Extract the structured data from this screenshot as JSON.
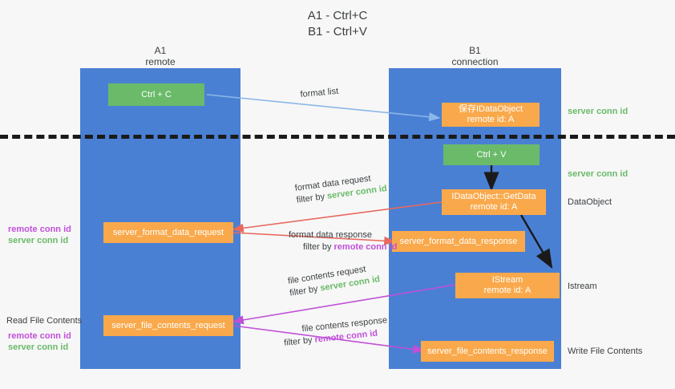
{
  "title": "A1 - Ctrl+C\nB1 - Ctrl+V",
  "columns": [
    {
      "name": "A1",
      "sub": "remote"
    },
    {
      "name": "B1",
      "sub": "connection"
    }
  ],
  "boxes": {
    "ctrl_c": "Ctrl + C",
    "ctrl_v": "Ctrl + V",
    "idataobject": "保存IDataObject\nremote id: A",
    "idataobject_getdata": "IDataObject::GetData\nremote id: A",
    "istream": "IStream\nremote id: A",
    "server_format_data_request": "server_format_data_request",
    "server_format_data_response": "server_format_data_response",
    "server_file_contents_request": "server_file_contents_request",
    "server_file_contents_response": "server_file_contents_response"
  },
  "right_labels": {
    "server_conn_id_top": "server conn id",
    "server_conn_id_mid": "server conn id",
    "dataobject": "DataObject",
    "istream": "Istream",
    "write_file_contents": "Write File Contents"
  },
  "left_labels": {
    "remote_conn_id_1": "remote conn id",
    "server_conn_id_1": "server conn id",
    "read_file_contents": "Read File Contents",
    "remote_conn_id_2": "remote conn id",
    "server_conn_id_2": "server conn id"
  },
  "arrow_labels": {
    "format_list": "format list",
    "format_data_request": "format data request",
    "format_data_filter_prefix": "filter by ",
    "format_data_filter_value": "server conn id",
    "format_data_response": "format data response",
    "format_data_resp_filter_prefix": "filter by ",
    "format_data_resp_filter_value": "remote conn id",
    "file_contents_request": "file contents request",
    "file_contents_filter_prefix": "filter by ",
    "file_contents_filter_value": "server conn id",
    "file_contents_response": "file contents response",
    "file_contents_resp_filter_prefix": "filter by ",
    "file_contents_resp_filter_value": "remote conn id"
  },
  "colors": {
    "column_blue": "#4a80d4",
    "box_green": "#6aba6a",
    "box_orange": "#f9a94b",
    "conn_green": "#6aba6a",
    "conn_magenta": "#c050d8",
    "arrow_blue": "#8bb8e8",
    "arrow_red": "#e8695e",
    "arrow_magenta": "#c050d8",
    "arrow_black": "#1a1a1a"
  }
}
